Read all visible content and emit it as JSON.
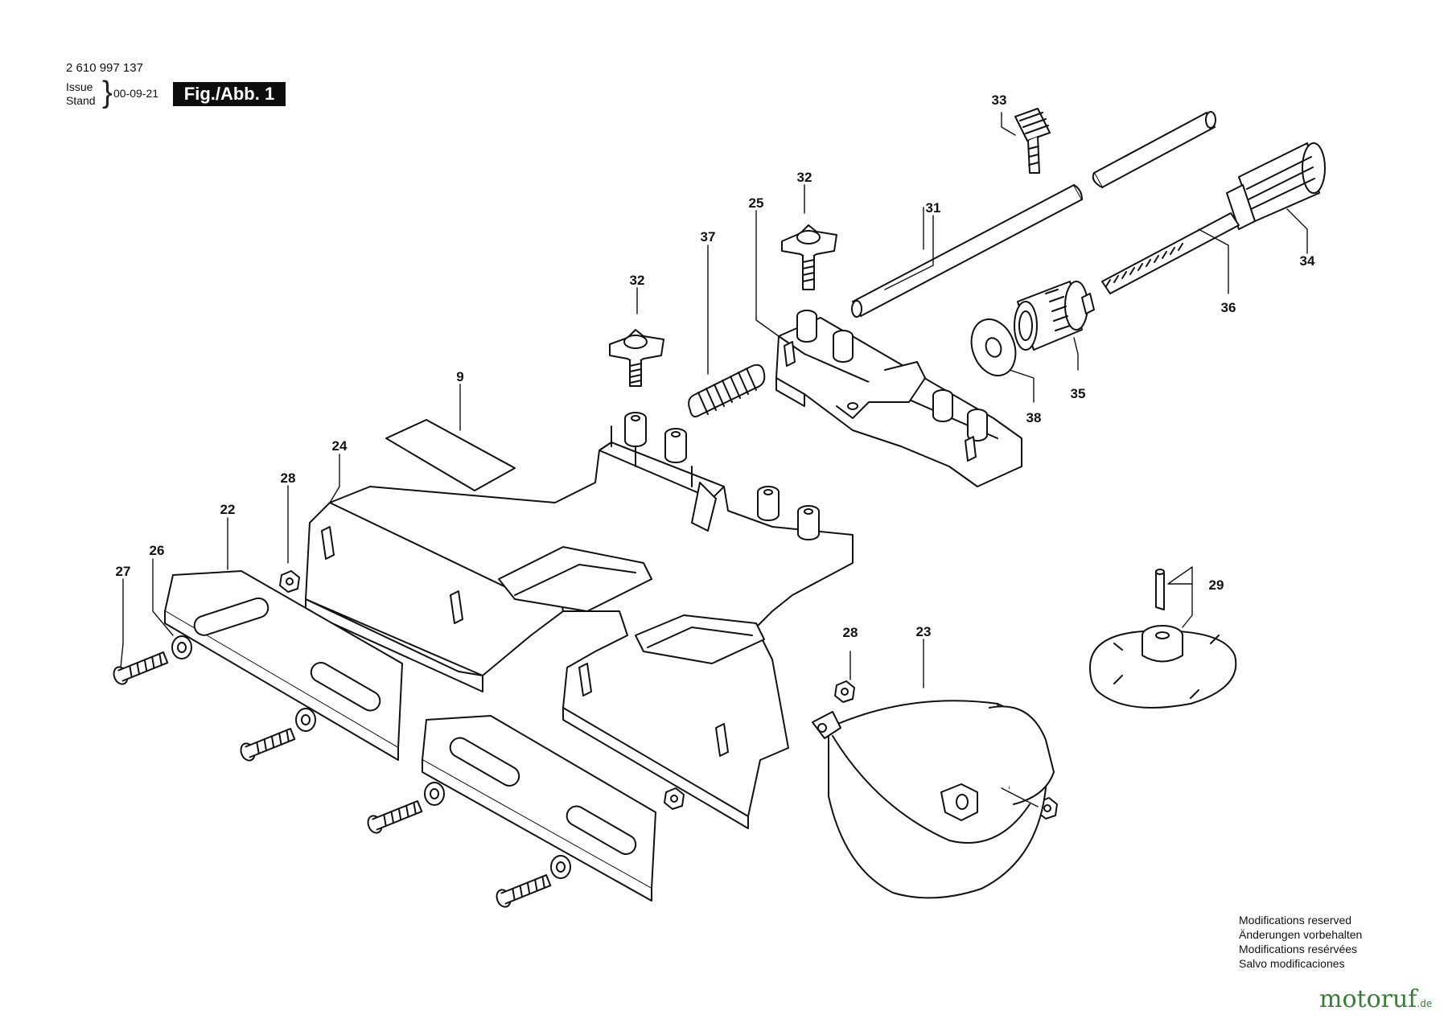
{
  "header": {
    "part_number": "2 610 997 137",
    "issue_label": "Issue",
    "stand_label": "Stand",
    "issue_date": "00-09-21",
    "figure_label": "Fig./Abb. 1"
  },
  "callouts": {
    "p9": "9",
    "p22": "22",
    "p23": "23",
    "p24": "24",
    "p25": "25",
    "p26": "26",
    "p27": "27",
    "p28a": "28",
    "p28b": "28",
    "p29": "29",
    "p31": "31",
    "p32a": "32",
    "p32b": "32",
    "p33": "33",
    "p34": "34",
    "p35": "35",
    "p36": "36",
    "p37": "37",
    "p38": "38"
  },
  "notes": [
    "Modifications reserved",
    "Änderungen vorbehalten",
    "Modifications resérvées",
    "Salvo modificaciones"
  ],
  "watermark": {
    "brand": "motoruf",
    "tld": ".de"
  }
}
